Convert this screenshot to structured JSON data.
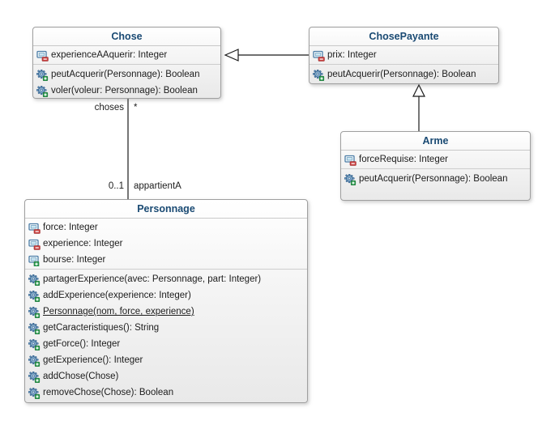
{
  "diagram": {
    "classes": [
      {
        "name": "Chose",
        "attributes": [
          {
            "icon": "attribute-private-icon",
            "visibility": "private",
            "label": "experienceAAquerir: Integer"
          }
        ],
        "methods": [
          {
            "icon": "method-public-icon",
            "visibility": "public",
            "label": "peutAcquerir(Personnage): Boolean"
          },
          {
            "icon": "method-public-icon",
            "visibility": "public",
            "label": "voler(voleur: Personnage): Boolean"
          }
        ]
      },
      {
        "name": "ChosePayante",
        "attributes": [
          {
            "icon": "attribute-private-icon",
            "visibility": "private",
            "label": "prix: Integer"
          }
        ],
        "methods": [
          {
            "icon": "method-public-icon",
            "visibility": "public",
            "label": "peutAcquerir(Personnage): Boolean"
          }
        ]
      },
      {
        "name": "Arme",
        "attributes": [
          {
            "icon": "attribute-private-icon",
            "visibility": "private",
            "label": "forceRequise: Integer"
          }
        ],
        "methods": [
          {
            "icon": "method-public-icon",
            "visibility": "public",
            "label": "peutAcquerir(Personnage): Boolean"
          }
        ]
      },
      {
        "name": "Personnage",
        "attributes": [
          {
            "icon": "attribute-private-icon",
            "visibility": "private",
            "label": "force: Integer"
          },
          {
            "icon": "attribute-private-icon",
            "visibility": "private",
            "label": "experience: Integer"
          },
          {
            "icon": "attribute-public-icon",
            "visibility": "public",
            "label": "bourse: Integer"
          }
        ],
        "methods": [
          {
            "icon": "method-public-icon",
            "visibility": "public",
            "label": "partagerExperience(avec: Personnage, part: Integer)"
          },
          {
            "icon": "method-public-icon",
            "visibility": "public",
            "label": "addExperience(experience: Integer)"
          },
          {
            "icon": "method-public-icon",
            "visibility": "public",
            "label": "Personnage(nom, force, experience)",
            "underlined": true
          },
          {
            "icon": "method-public-icon",
            "visibility": "public",
            "label": "getCaracteristiques(): String"
          },
          {
            "icon": "method-public-icon",
            "visibility": "public",
            "label": "getForce(): Integer"
          },
          {
            "icon": "method-public-icon",
            "visibility": "public",
            "label": "getExperience(): Integer"
          },
          {
            "icon": "method-public-icon",
            "visibility": "public",
            "label": "addChose(Chose)"
          },
          {
            "icon": "method-public-icon",
            "visibility": "public",
            "label": "removeChose(Chose): Boolean"
          }
        ]
      }
    ],
    "relationships": [
      {
        "type": "generalization",
        "from": "ChosePayante",
        "to": "Chose"
      },
      {
        "type": "generalization",
        "from": "Arme",
        "to": "ChosePayante"
      },
      {
        "type": "association",
        "from": "Personnage",
        "to": "Chose",
        "labels": {
          "role_at_chose": "choses",
          "multiplicity_at_chose": "*",
          "multiplicity_at_personnage": "0..1",
          "name": "appartientA"
        }
      }
    ],
    "colors": {
      "class_title": "#1a4a73",
      "box_border": "#9f9f9f",
      "box_fill_top": "#ffffff",
      "box_fill_bottom": "#e9e9e9",
      "member_text": "#1c1c1c",
      "connector": "#1a1a1a",
      "icon_blue": "#4a7ca6",
      "icon_private_badge": "#c94040",
      "icon_public_badge": "#2f9e53"
    }
  }
}
